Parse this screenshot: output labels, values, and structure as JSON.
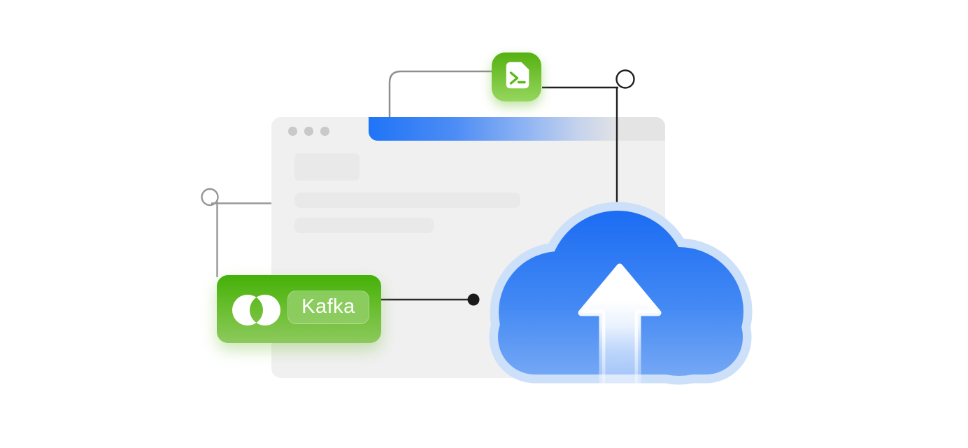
{
  "illustration": {
    "kafka_badge": {
      "label": "Kafka",
      "icon": "venn-circles-icon",
      "bg_top": "#44b008",
      "bg_bottom": "#8cc95d"
    },
    "script_tile": {
      "icon": "shell-script-file-icon",
      "bg_top": "#55b110",
      "bg_bottom": "#96d65f"
    },
    "cloud_upload": {
      "icon": "cloud-upload-icon",
      "fill_top": "#1b6cf3",
      "fill_bottom": "#7aabf5",
      "halo": "#cde0fa",
      "arrow": "#ffffff"
    },
    "browser_window": {
      "traffic_dots_count": 3,
      "dot_color": "#c9c9c9",
      "body_color": "#f0f0f0",
      "accent_bar_blue": "#1f74f7",
      "accent_bar_fade": "#e4e4e4",
      "placeholder_color": "#e9e9e9",
      "placeholder_count": 3
    },
    "connectors": {
      "dark_color": "#1f1f23",
      "gray_color": "#979797",
      "junction_dot_color": "#1a1a1a"
    }
  }
}
